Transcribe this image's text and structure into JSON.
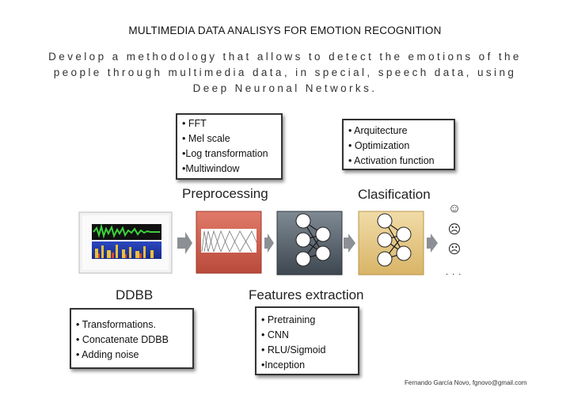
{
  "header": {
    "title": "MULTIMEDIA DATA ANALISYS FOR EMOTION RECOGNITION",
    "subtitle_lines": [
      "Develop a methodology that allows to detect the emotions of the",
      "people through multimedia data, in special, speech data, using",
      "Deep Neuronal Networks."
    ]
  },
  "boxes": {
    "preprocessing": [
      "• FFT",
      "• Mel scale",
      "•Log transformation",
      "•Multiwindow"
    ],
    "classification": [
      "• Arquitecture",
      "• Optimization",
      "• Activation function"
    ],
    "ddbb": [
      "• Transformations.",
      "• Concatenate  DDBB",
      "• Adding noise"
    ],
    "features": [
      "• Pretraining",
      "• CNN",
      "• RLU/Sigmoid",
      "•Inception"
    ]
  },
  "stages": {
    "preprocessing": "Preprocessing",
    "classification": "Clasification",
    "ddbb": "DDBB",
    "features": "Features extraction"
  },
  "emotions": [
    "☺",
    "☹",
    "☹",
    ". . ."
  ],
  "icons": [
    "spectrogram-icon",
    "mel-filterbank-icon",
    "neural-network-icon",
    "neural-network-icon",
    "arrow-right-icon",
    "smiley-icon",
    "frown-icon",
    "neutral-face-icon"
  ],
  "colors": {
    "arrow": "#8c8f93",
    "panel_dark": "#4a5560",
    "panel_red": "#cc5a4a",
    "panel_gold": "#e3c480"
  },
  "credit": "Fernando García Novo, fgnovo@gmail.com"
}
